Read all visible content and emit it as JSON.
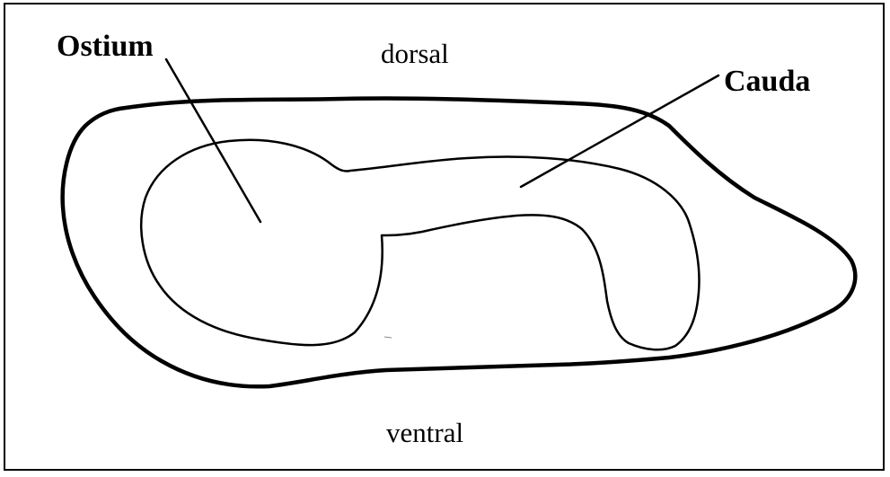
{
  "diagram": {
    "labels": {
      "ostium": "Ostium",
      "cauda": "Cauda",
      "dorsal": "dorsal",
      "ventral": "ventral"
    },
    "colors": {
      "line": "#000000",
      "background": "#ffffff"
    }
  }
}
